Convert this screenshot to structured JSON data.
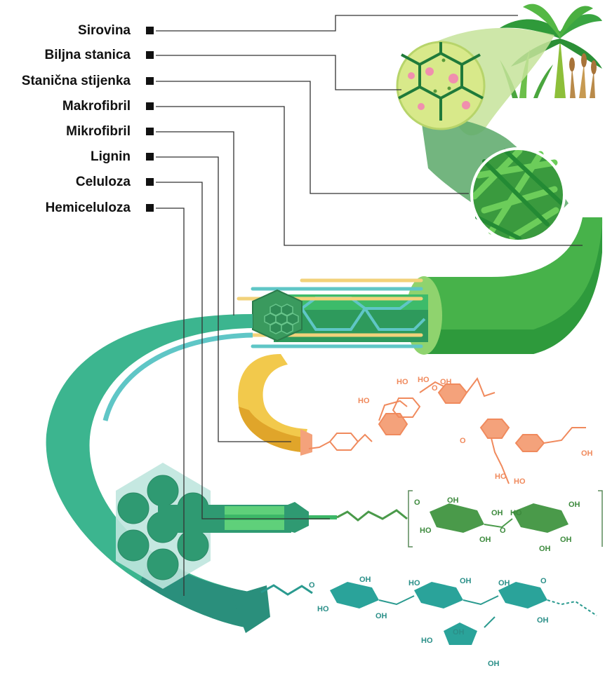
{
  "labels": [
    "Sirovina",
    "Biljna stanica",
    "Stanična stijenka",
    "Makrofibril",
    "Mikrofibril",
    "Lignin",
    "Celuloza",
    "Hemiceluloza"
  ],
  "chem": {
    "ho": "HO",
    "oh": "OH",
    "o": "O"
  },
  "colors": {
    "green_dark": "#2e9a3c",
    "green_mid": "#47b24a",
    "green_light": "#8fd36e",
    "teal": "#3cae93",
    "teal_dark": "#2a8f7c",
    "cyan": "#5fc6c6",
    "lignin": "#f4a27b",
    "yellow": "#f2c94c",
    "cell_bg": "#d8e98a"
  }
}
